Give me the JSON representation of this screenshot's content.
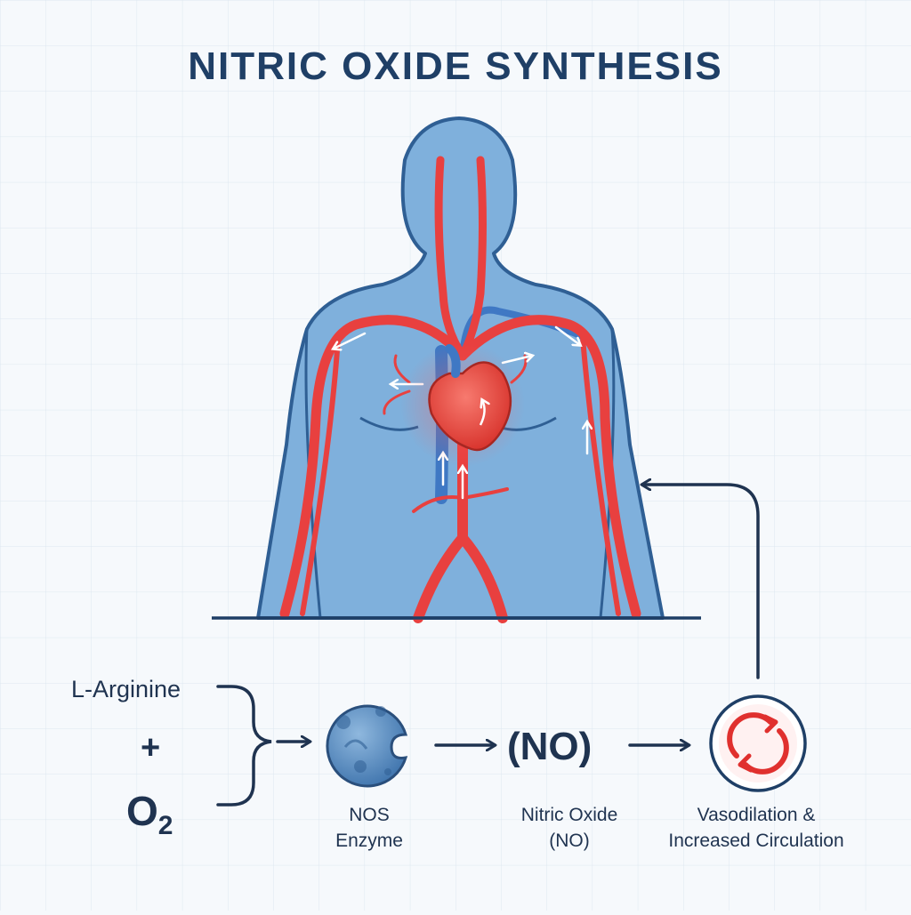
{
  "title": "NITRIC OXIDE SYNTHESIS",
  "inputs": {
    "first": "L-Arginine",
    "plus": "+",
    "second_base": "O",
    "second_sub": "2"
  },
  "steps": [
    {
      "caption_line1": "NOS",
      "caption_line2": "Enzyme"
    },
    {
      "symbol": "(NO)",
      "caption_line1": "Nitric Oxide",
      "caption_line2": "(NO)"
    },
    {
      "caption_line1": "Vasodilation &",
      "caption_line2": "Increased Circulation"
    }
  ],
  "colors": {
    "navy": "#1f3f66",
    "body_fill": "#7fb0dc",
    "artery": "#e8403f",
    "vein": "#3f78c4",
    "grid": "#dde7f0"
  }
}
